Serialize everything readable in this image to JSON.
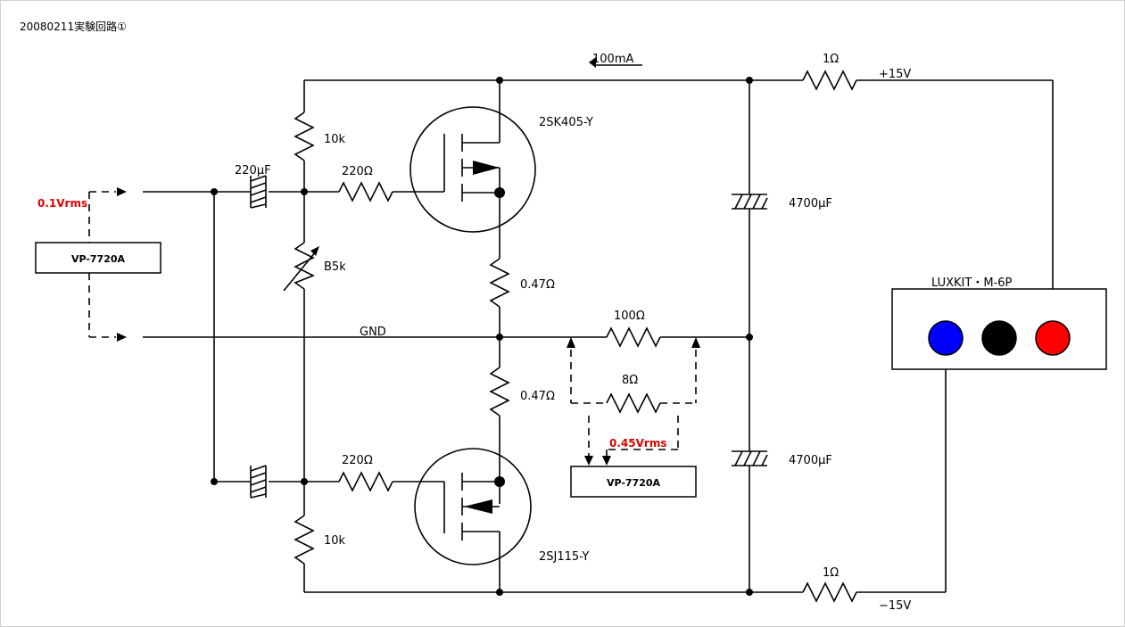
{
  "title": "20080211実験回路①",
  "current_label": "100mA",
  "input": {
    "level": "0.1Vrms",
    "instrument": "VP-7720A"
  },
  "output": {
    "level": "0.45Vrms",
    "instrument": "VP-7720A"
  },
  "power_supply": {
    "name": "LUXKIT・M-6P",
    "plus": "+15V",
    "minus": "−15V",
    "terminal_colors": [
      "#0000ff",
      "#000000",
      "#ff0000"
    ]
  },
  "components": {
    "r_top_bias": "10k",
    "r_bottom_bias": "10k",
    "c_input": "220μF",
    "vr_bias": "B5k",
    "r_gate_top": "220Ω",
    "r_gate_bottom": "220Ω",
    "q_top": "2SK405-Y",
    "q_bottom": "2SJ115-Y",
    "r_source_top": "0.47Ω",
    "r_source_bottom": "0.47Ω",
    "r_load": "100Ω",
    "r_dummy": "8Ω",
    "c_supply_top": "4700μF",
    "c_supply_bottom": "4700μF",
    "r_supply_top": "1Ω",
    "r_supply_bottom": "1Ω"
  },
  "gnd_label": "GND",
  "colors": {
    "annotation_red": "#dd0000"
  }
}
